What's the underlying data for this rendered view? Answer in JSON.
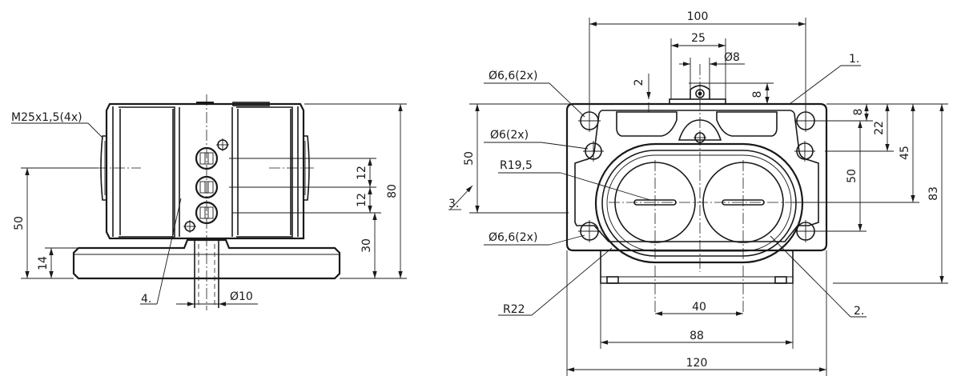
{
  "left_view": {
    "thread_label": "M25x1,5(4x)",
    "dim_50": "50",
    "dim_14": "14",
    "dim_80": "80",
    "dim_30": "30",
    "dim_12a": "12",
    "dim_12b": "12",
    "dia10": "Ø10",
    "callout_4": "4."
  },
  "right_view": {
    "dim_100": "100",
    "dim_25": "25",
    "dia8": "Ø8",
    "dim_2": "2",
    "dim_8_top": "8",
    "callout_1": "1.",
    "hole_top": "Ø6,6(2x)",
    "hole_mid": "Ø6(2x)",
    "r195": "R19,5",
    "dim_50_left": "50",
    "callout_3": "3.",
    "hole_bot": "Ø6,6(2x)",
    "r22": "R22",
    "dim_8_right": "8",
    "dim_22": "22",
    "dim_45": "45",
    "dim_50_right": "50",
    "dim_83": "83",
    "callout_2": "2.",
    "dim_40": "40",
    "dim_88": "88",
    "dim_120": "120"
  }
}
